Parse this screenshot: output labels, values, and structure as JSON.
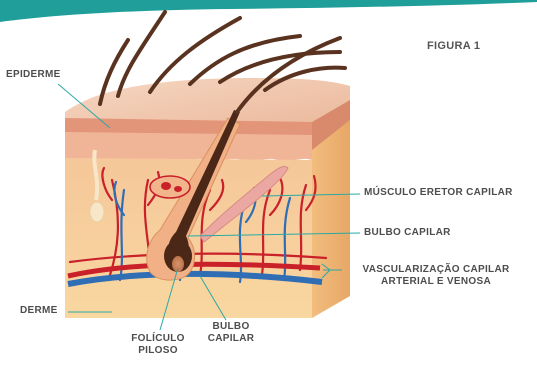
{
  "figure_title": "FIGURA 1",
  "labels": {
    "epiderme": "EPIDERME",
    "derme": "DERME",
    "musculo": "MÚSCULO ERETOR CAPILAR",
    "bulbo_right": "BULBO CAPILAR",
    "vasc_line1": "VASCULARIZAÇÃO CAPILAR",
    "vasc_line2": "ARTERIAL E VENOSA",
    "foliculo_line1": "FOLÍCULO",
    "foliculo_line2": "PILOSO",
    "bulbo_bottom_line1": "BULBO",
    "bulbo_bottom_line2": "CAPILAR"
  },
  "colors": {
    "banner": "#1f9e9a",
    "leader_line": "#2aa9a4",
    "label_text": "#4d4d4d",
    "hair": "#5a3320",
    "epidermis": "#e8a98a",
    "dermis": "#f6cc8f",
    "artery": "#c9202a",
    "vein": "#2f6db5"
  }
}
